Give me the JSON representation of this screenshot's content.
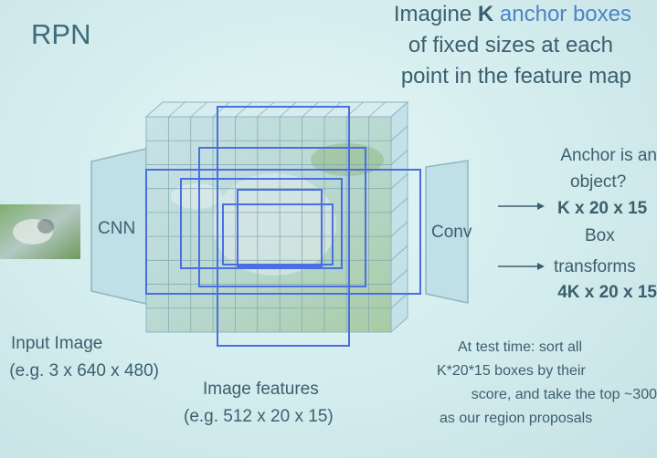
{
  "slide": {
    "title": "RPN",
    "imagine": {
      "line1_a": "Imagine ",
      "line1_k": "K",
      "line1_b": " anchor boxes",
      "line2": "of fixed sizes at each",
      "line3": "point in the feature map"
    },
    "cnn_label": "CNN",
    "conv_label": "Conv",
    "input_label": "Input Image",
    "input_dims": "(e.g. 3 x 640 x 480)",
    "features_label": "Image features",
    "features_dims": "(e.g. 512 x 20 x 15)",
    "outputs": {
      "anchor_q1": "Anchor is an",
      "anchor_q2": "object?",
      "anchor_dims": "K x 20 x 15",
      "box1": "Box",
      "box2": "transforms",
      "box_dims": "4K x 20 x 15"
    },
    "test_time": {
      "line1": "At test time: sort all",
      "line2": "K*20*15 boxes by their",
      "line3": "score, and take the top ~300",
      "line4": "as our region proposals"
    }
  },
  "colors": {
    "accent": "#4d84c4",
    "anchor_box": "#4a6fe0",
    "text": "#3b5e6d"
  }
}
